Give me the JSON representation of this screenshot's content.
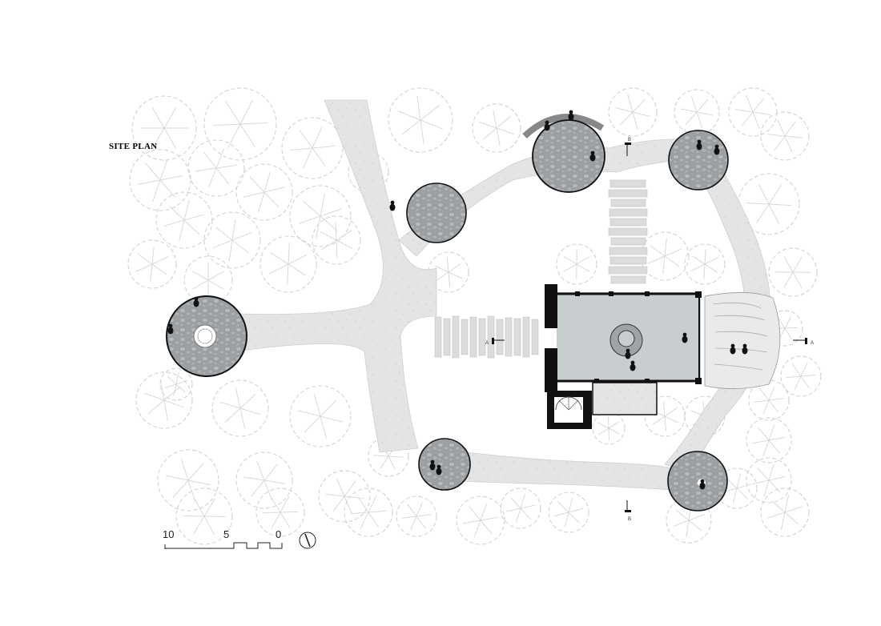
{
  "title": "SITE PLAN",
  "scale_bar": {
    "labels": [
      "10",
      "5",
      "0"
    ]
  },
  "section_markers": {
    "a": "A",
    "b": "B"
  },
  "icons": {
    "north": "north-arrow-icon",
    "tree": "tree-canopy-icon",
    "person": "person-silhouette-icon"
  },
  "colors": {
    "path": "#e4e4e4",
    "plaza": "#9da0a3",
    "building_floor": "#c8cdd0",
    "wall": "#111111",
    "tree": "#c9c9c9"
  }
}
